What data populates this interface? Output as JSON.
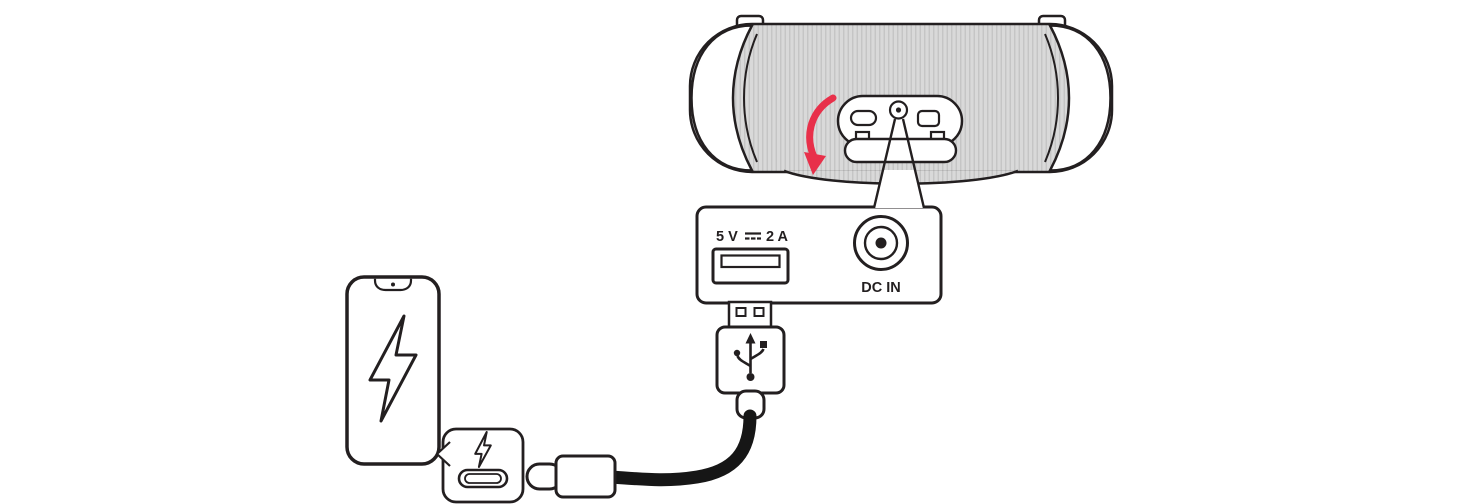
{
  "diagram": {
    "zoom_panel": {
      "usb_voltage": "5 V",
      "usb_current": "2 A",
      "dc_label": "DC IN"
    },
    "icons": {
      "open_cover_arrow": "curved-red-arrow",
      "dc_symbol": "solid-line-over-dashed-line",
      "usb_trident": "usb-branching-symbol",
      "lightning_bolt": "charging-bolt-outline",
      "badge_lightning_bolt": "charging-bolt-small"
    },
    "colors": {
      "outline": "#231f20",
      "accent_red": "#e8304a",
      "cable_black": "#161616",
      "grille_gray": "#d9d9d9",
      "grille_line": "#c3c3c3",
      "background": "#ffffff"
    }
  }
}
